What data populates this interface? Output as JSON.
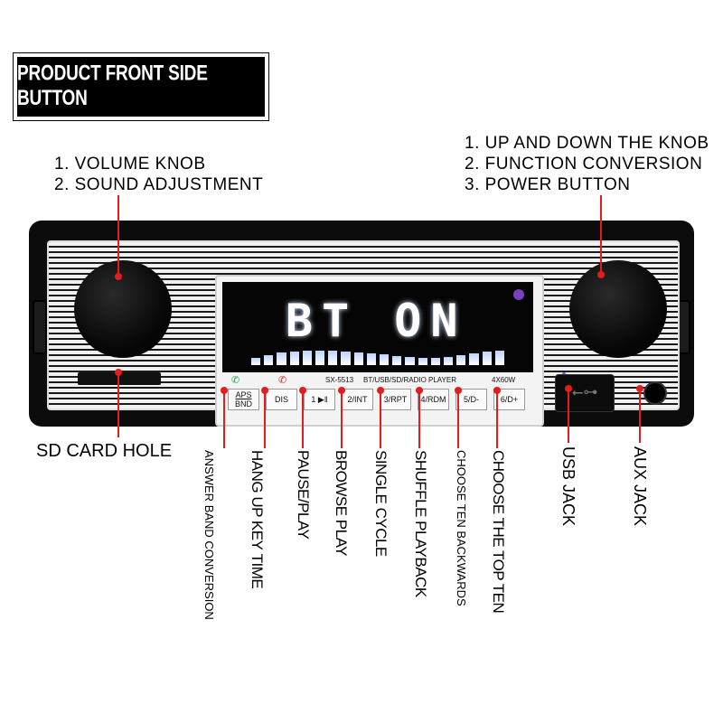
{
  "title": "PRODUCT FRONT SIDE BUTTON",
  "left_knob_callout": [
    "1. VOLUME KNOB",
    "2. SOUND ADJUSTMENT"
  ],
  "right_knob_callout": [
    "1. UP AND DOWN THE KNOB",
    "2. FUNCTION CONVERSION",
    "3. POWER BUTTON"
  ],
  "display": {
    "main_text": "BT ON",
    "model": "SX-5513",
    "mode_text": "BT/USB/SD/RADIO PLAYER",
    "power": "4X60W"
  },
  "buttons": [
    {
      "line1": "APS",
      "line2": "BND"
    },
    {
      "line1": "DIS",
      "line2": ""
    },
    {
      "line1": "1 ▶‖",
      "line2": ""
    },
    {
      "line1": "2/INT",
      "line2": ""
    },
    {
      "line1": "3/RPT",
      "line2": ""
    },
    {
      "line1": "4/RDM",
      "line2": ""
    },
    {
      "line1": "5/D-",
      "line2": ""
    },
    {
      "line1": "6/D+",
      "line2": ""
    }
  ],
  "labels": {
    "sd_card_hole": "SD CARD HOLE",
    "answer_band": [
      "ANSWER",
      "BAND CONVERSION"
    ],
    "hang_up": [
      "HANG UP KEY",
      "TIME"
    ],
    "pause_play": "PAUSE/PLAY",
    "browse_play": "BROWSE PLAY",
    "single_cycle": "SINGLE CYCLE",
    "shuffle_playback": "SHUFFLE PLAYBACK",
    "choose_ten_backwards": "CHOOSE TEN BACKWARDS",
    "choose_top_ten": "CHOOSE THE TOP TEN",
    "usb_jack": "USB  JACK",
    "aux_jack": "AUX JACK"
  },
  "colors": {
    "leader": "#e31d1d",
    "body": "#0c0c0c",
    "status_led": "#8b4fd8"
  }
}
